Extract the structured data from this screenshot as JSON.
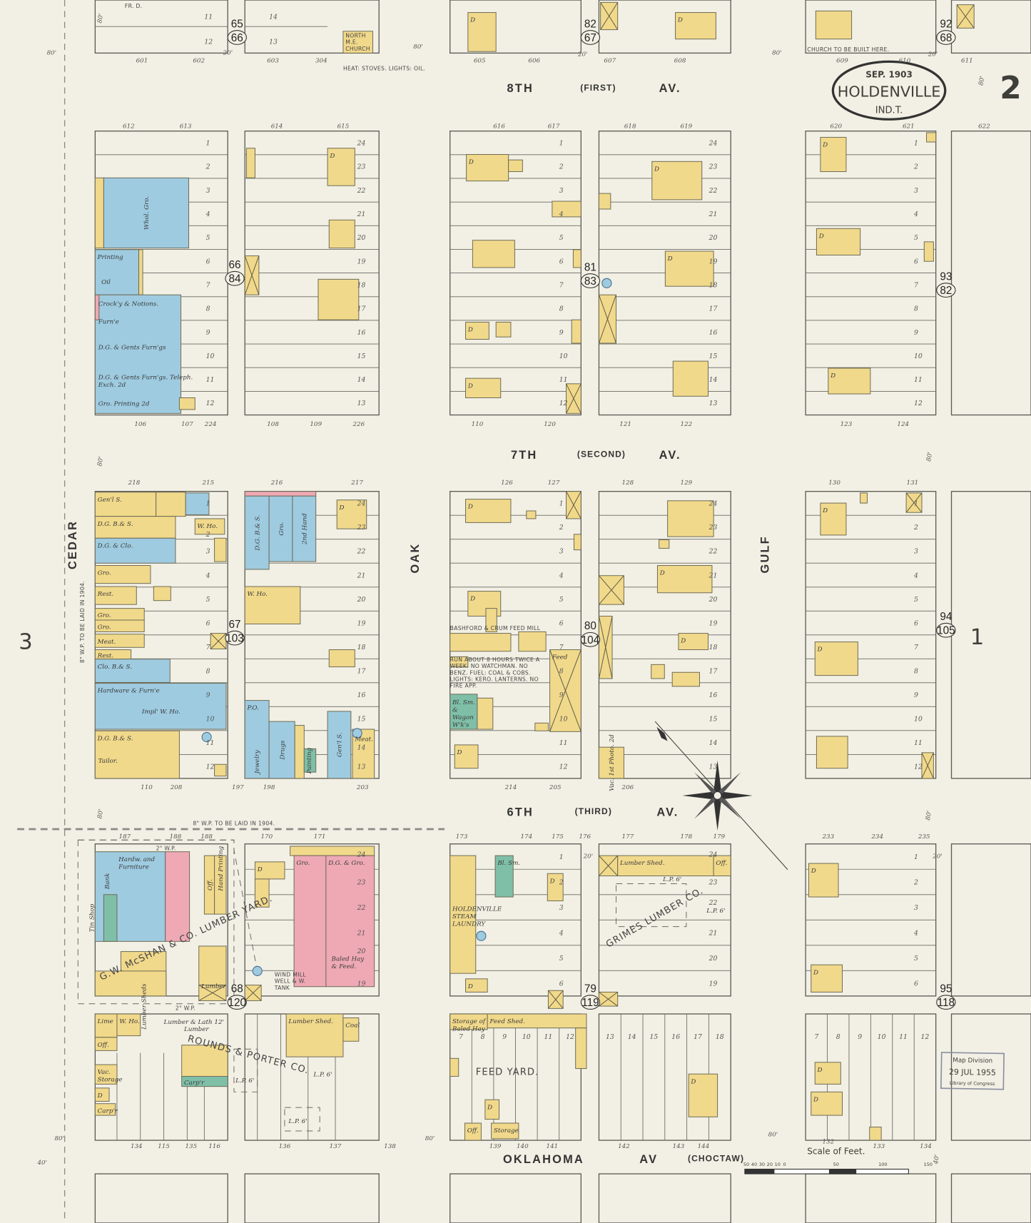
{
  "title": {
    "date": "SEP. 1903",
    "city": "HOLDENVILLE",
    "territory": "IND.T."
  },
  "sheet_number": "2",
  "adjacent_sheets": {
    "left": "3",
    "right": "1"
  },
  "streets": {
    "first_av": {
      "name": "8TH",
      "alt": "(FIRST)",
      "suffix": "AV."
    },
    "second_av": {
      "name": "7TH",
      "alt": "(SECOND)",
      "suffix": "AV."
    },
    "third_av": {
      "name": "6TH",
      "alt": "(THIRD)",
      "suffix": "AV."
    },
    "oklahoma_av": {
      "name": "OKLAHOMA",
      "suffix": "AV",
      "alt": "(CHOCTAW)"
    },
    "cedar": "CEDAR",
    "oak": "OAK",
    "gulf": "GULF"
  },
  "widths": {
    "street": "80'",
    "alley": "20'",
    "edge": "40'"
  },
  "hydrants": [
    {
      "top": "65",
      "bottom": "66"
    },
    {
      "top": "82",
      "bottom": "67"
    },
    {
      "top": "92",
      "bottom": "68"
    },
    {
      "top": "66",
      "bottom": "84"
    },
    {
      "top": "81",
      "bottom": "83"
    },
    {
      "top": "93",
      "bottom": "82"
    },
    {
      "top": "67",
      "bottom": "103"
    },
    {
      "top": "80",
      "bottom": "104"
    },
    {
      "top": "94",
      "bottom": "105"
    },
    {
      "top": "68",
      "bottom": "120"
    },
    {
      "top": "79",
      "bottom": "119"
    },
    {
      "top": "95",
      "bottom": "118"
    }
  ],
  "lots": {
    "asc12": [
      "1",
      "2",
      "3",
      "4",
      "5",
      "6",
      "7",
      "8",
      "9",
      "10",
      "11",
      "12"
    ],
    "desc24": [
      "24",
      "23",
      "22",
      "21",
      "20",
      "19",
      "18",
      "17",
      "16",
      "15",
      "14",
      "13"
    ],
    "asc6": [
      "1",
      "2",
      "3",
      "4",
      "5",
      "6"
    ],
    "desc24_6": [
      "24",
      "23",
      "22",
      "21",
      "20",
      "19"
    ],
    "top_row1_a": [
      "11",
      "12"
    ],
    "top_row1_b": [
      "14",
      "13"
    ],
    "row5_c": [
      "7",
      "8",
      "9",
      "10",
      "11",
      "12"
    ],
    "row5_d": [
      "13",
      "14",
      "15",
      "16",
      "17",
      "18"
    ],
    "row5_e": [
      "7",
      "8",
      "9",
      "10",
      "11",
      "12"
    ]
  },
  "addresses": {
    "r1": [
      "601",
      "602",
      "603",
      "304",
      "605",
      "606",
      "607",
      "608",
      "609",
      "610",
      "611"
    ],
    "r2_top": [
      "612",
      "613",
      "614",
      "615",
      "616",
      "617",
      "618",
      "619",
      "620",
      "621",
      "622"
    ],
    "r2_bottom": [
      "106",
      "107",
      "224",
      "108",
      "109",
      "226",
      "110",
      "120",
      "121",
      "122",
      "123",
      "124"
    ],
    "r3_top": [
      "218",
      "215",
      "216",
      "217",
      "126",
      "127",
      "128",
      "129",
      "130",
      "131"
    ],
    "r3_bottom": [
      "110",
      "208",
      "197",
      "198",
      "203",
      "214",
      "205",
      "206"
    ],
    "r4_top": [
      "187",
      "188",
      "188",
      "170",
      "171",
      "173",
      "174",
      "175",
      "176",
      "177",
      "178",
      "179",
      "233",
      "234",
      "235"
    ],
    "r5_bottom": [
      "134",
      "115",
      "135",
      "116",
      "136",
      "137",
      "138",
      "139",
      "140",
      "141",
      "142",
      "143",
      "144",
      "132",
      "133",
      "134"
    ]
  },
  "labels": {
    "fr_d": "FR. D.",
    "north_me_church": "NORTH M.E. CHURCH",
    "church_heat": "HEAT: STOVES. LIGHTS: OIL.",
    "church_to_be_built": "CHURCH TO BE BUILT HERE.",
    "whol_gro": "Whol. Gro.",
    "printing": "Printing",
    "oil": "Oil",
    "crocky": "Crock'y & Notions.",
    "furne": "Furn'e",
    "dg_gents": "D.G. & Gents Furn'gs",
    "dg_gents2": "D.G. & Gents Furn'gs. Teleph. Exch. 2d",
    "gro_printing": "Gro. Printing 2d",
    "d": "D",
    "genl_s": "Gen'l S.",
    "dg_bs": "D.G. B.& S.",
    "dg_clo": "D.G. & Clo.",
    "gro": "Gro.",
    "rest": "Rest.",
    "meat": "Meat.",
    "clo_bs": "Clo. B.& S.",
    "hardware": "Hardware & Furn'e",
    "impl_who": "Impl' W. Ho.",
    "tailor": "Tailor.",
    "who": "W. Ho.",
    "second_hand": "2nd Hand",
    "po": "P.O.",
    "jewelry": "Jewelry",
    "drugs": "Drugs",
    "painting": "Painting",
    "genl_s2": "Gen'l S.",
    "feed_mill": "BASHFORD & CRUM FEED MILL",
    "feed_mill_note": "RUN ABOUT 8 HOURS TWICE A WEEK. NO WATCHMAN. NO BENZ. FUEL: COAL & COBS. LIGHTS: KERO. LANTERNS. NO FIRE APP.",
    "feed": "Feed",
    "bl_sm_wagon": "Bl. Sm. & Wagon W'k's",
    "vac_photo": "Vac. 1st Photo. 2d",
    "bank": "Bank",
    "tin_shop": "Tin Shop",
    "hardw_furniture": "Hardw. and Furniture",
    "off": "Off.",
    "hand_printing": "Hand Printing",
    "lumber_sheds": "Lumber Sheds",
    "lumber": "Lumber",
    "mcshan": "G.W. McSHAN & CO. LUMBER YARD.",
    "wind_mill": "WIND MILL WELL & W. TANK",
    "dg_gro": "D.G. & Gro.",
    "baled_hay": "Baled Hay & Feed.",
    "bl_sm": "Bl. Sm.",
    "laundry": "HOLDENVILLE STEAM LAUNDRY",
    "lumber_shed": "Lumber Shed.",
    "grimes": "GRIMES LUMBER CO.",
    "lp6": "L.P. 6'",
    "lime": "Lime",
    "off2": "Off.",
    "vac_storage": "Vac. Storage",
    "carpr": "Carp'r",
    "lumber_lath": "Lumber & Lath 12'",
    "rounds_porter": "ROUNDS & PORTER CO.",
    "coal": "Coal",
    "storage_baled_hay": "Storage of Baled Hay",
    "feed_shed": "Feed Shed.",
    "feed_yard": "FEED YARD.",
    "storage": "Storage",
    "wp_1904": "8\" W.P. TO BE LAID IN 1904.",
    "wp_1904_v": "8\" W.P. TO BE LAID IN 1904.",
    "wp_2": "2\" W.P."
  },
  "scale": {
    "title": "Scale of Feet.",
    "ticks": [
      "50",
      "40",
      "30",
      "20",
      "10",
      "0",
      "50",
      "100",
      "150"
    ]
  },
  "stamp": {
    "line1": "Map Division",
    "line2": "29 JUL 1955",
    "line3": "Library of Congress"
  },
  "colors": {
    "paper": "#f2f0e4",
    "frame_brick": "#eea9b5",
    "frame": "#f1d98b",
    "brick": "#9ecbe0",
    "stone": "#7fbfa8",
    "iron_clad": "#9a9a9a"
  }
}
